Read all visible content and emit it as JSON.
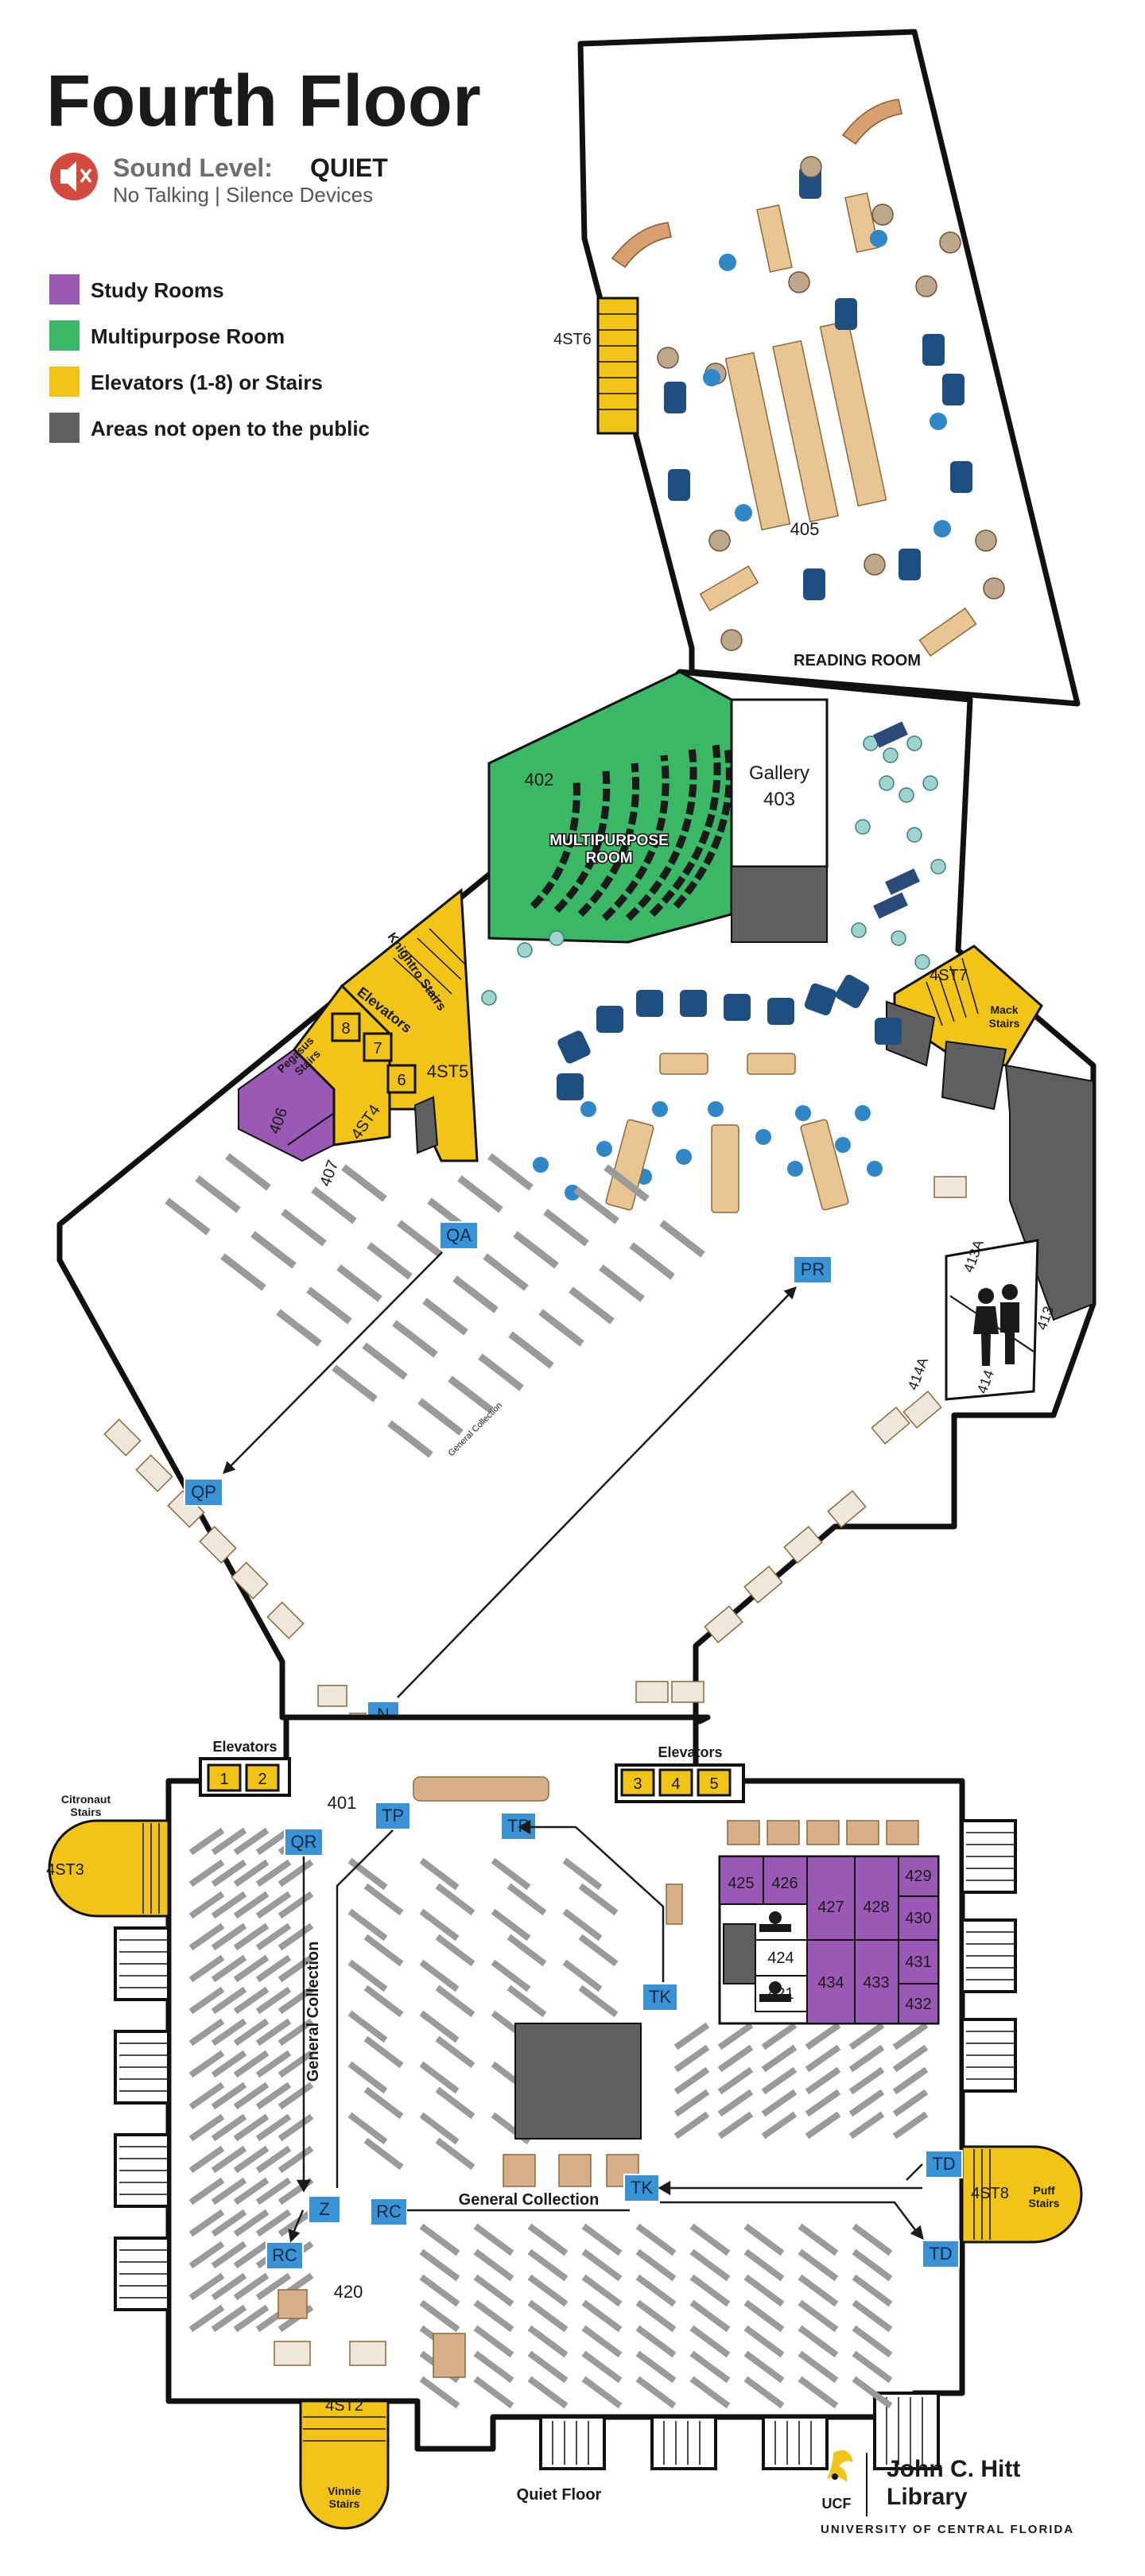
{
  "header": {
    "title": "Fourth Floor",
    "sound_label": "Sound Level:",
    "sound_value": "QUIET",
    "sound_note": "No Talking | Silence Devices"
  },
  "legend": [
    {
      "label": "Study Rooms",
      "color": "#9b59b6"
    },
    {
      "label": "Multipurpose Room",
      "color": "#3ab866"
    },
    {
      "label": "Elevators (1-8) or Stairs",
      "color": "#f2c418"
    },
    {
      "label": "Areas not open to the public",
      "color": "#5f5f5f"
    }
  ],
  "icons": {
    "sound": "speaker-muted-icon",
    "restroom": "restroom-icon"
  },
  "rooms": {
    "r405": "405",
    "reading": "READING ROOM",
    "r402": "402",
    "multi1": "MULTIPURPOSE",
    "multi2": "ROOM",
    "gallery": "Gallery",
    "r403": "403",
    "r401": "401",
    "r406": "406",
    "r407": "407",
    "r413": "413",
    "r413a": "413A",
    "r414": "414",
    "r414a": "414A",
    "r420": "420",
    "r421": "421",
    "r424": "424",
    "r425": "425",
    "r426": "426",
    "r427": "427",
    "r428": "428",
    "r429": "429",
    "r430": "430",
    "r431": "431",
    "r432": "432",
    "r433": "433",
    "r434": "434"
  },
  "stairs": {
    "st6": "4ST6",
    "st7": "4ST7",
    "st5": "4ST5",
    "st4": "4ST4",
    "st3": "4ST3",
    "st2": "4ST2",
    "st8": "4ST8",
    "knightro": "Knightro Stairs",
    "pegasus1": "Pegasus",
    "pegasus2": "Stairs",
    "mack1": "Mack",
    "mack2": "Stairs",
    "citronaut1": "Citronaut",
    "citronaut2": "Stairs",
    "vinnie1": "Vinnie",
    "vinnie2": "Stairs",
    "puff1": "Puff",
    "puff2": "Stairs"
  },
  "elevators": {
    "label_upper": "Elevators",
    "label_left": "Elevators",
    "label_right": "Elevators",
    "e1": "1",
    "e2": "2",
    "e3": "3",
    "e4": "4",
    "e5": "5",
    "e6": "6",
    "e7": "7",
    "e8": "8"
  },
  "collection": {
    "upper": "General Collection",
    "vertical": "General Collection",
    "horizontal": "General Collection"
  },
  "call_numbers": {
    "qa": "QA",
    "pr": "PR",
    "qp": "QP",
    "n": "N",
    "qr": "QR",
    "tp1": "TP",
    "tp2": "TP",
    "tk1": "TK",
    "tk2": "TK",
    "z": "Z",
    "rc1": "RC",
    "rc2": "RC",
    "td1": "TD",
    "td2": "TD"
  },
  "footer": {
    "quiet": "Quiet Floor",
    "ucf": "UCF",
    "library1": "John C. Hitt",
    "library2": "Library",
    "university": "UNIVERSITY OF CENTRAL FLORIDA"
  }
}
